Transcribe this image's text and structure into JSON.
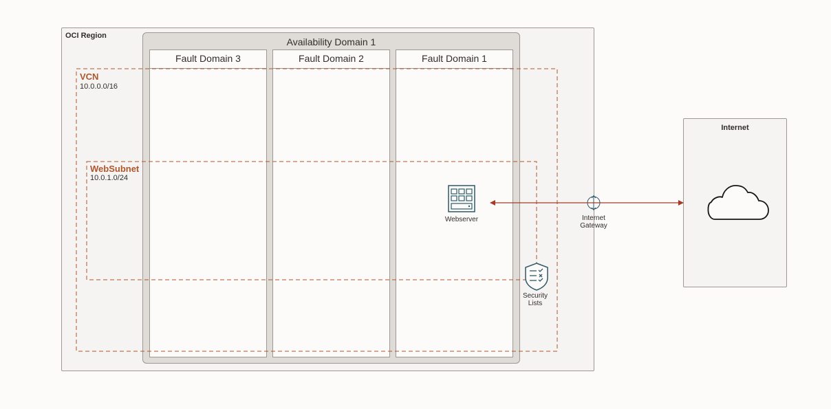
{
  "region": {
    "label": "OCI Region"
  },
  "availability_domain": {
    "label": "Availability Domain 1"
  },
  "fault_domains": [
    {
      "label": "Fault Domain 3"
    },
    {
      "label": "Fault Domain 2"
    },
    {
      "label": "Fault Domain 1"
    }
  ],
  "vcn": {
    "name": "VCN",
    "cidr": "10.0.0.0/16"
  },
  "subnet": {
    "name": "WebSubnet",
    "cidr": "10.0.1.0/24"
  },
  "webserver": {
    "label": "Webserver",
    "icon": "server-rack-icon"
  },
  "internet_gateway": {
    "label_line1": "Internet",
    "label_line2": "Gateway",
    "icon": "gateway-icon"
  },
  "security_lists": {
    "label_line1": "Security",
    "label_line2": "Lists",
    "icon": "shield-checklist-icon"
  },
  "internet": {
    "label": "Internet",
    "icon": "cloud-icon"
  },
  "colors": {
    "accent": "#ae562c",
    "connector": "#a33b2a",
    "icon_stroke": "#2c5967",
    "border": "#9e9892"
  }
}
